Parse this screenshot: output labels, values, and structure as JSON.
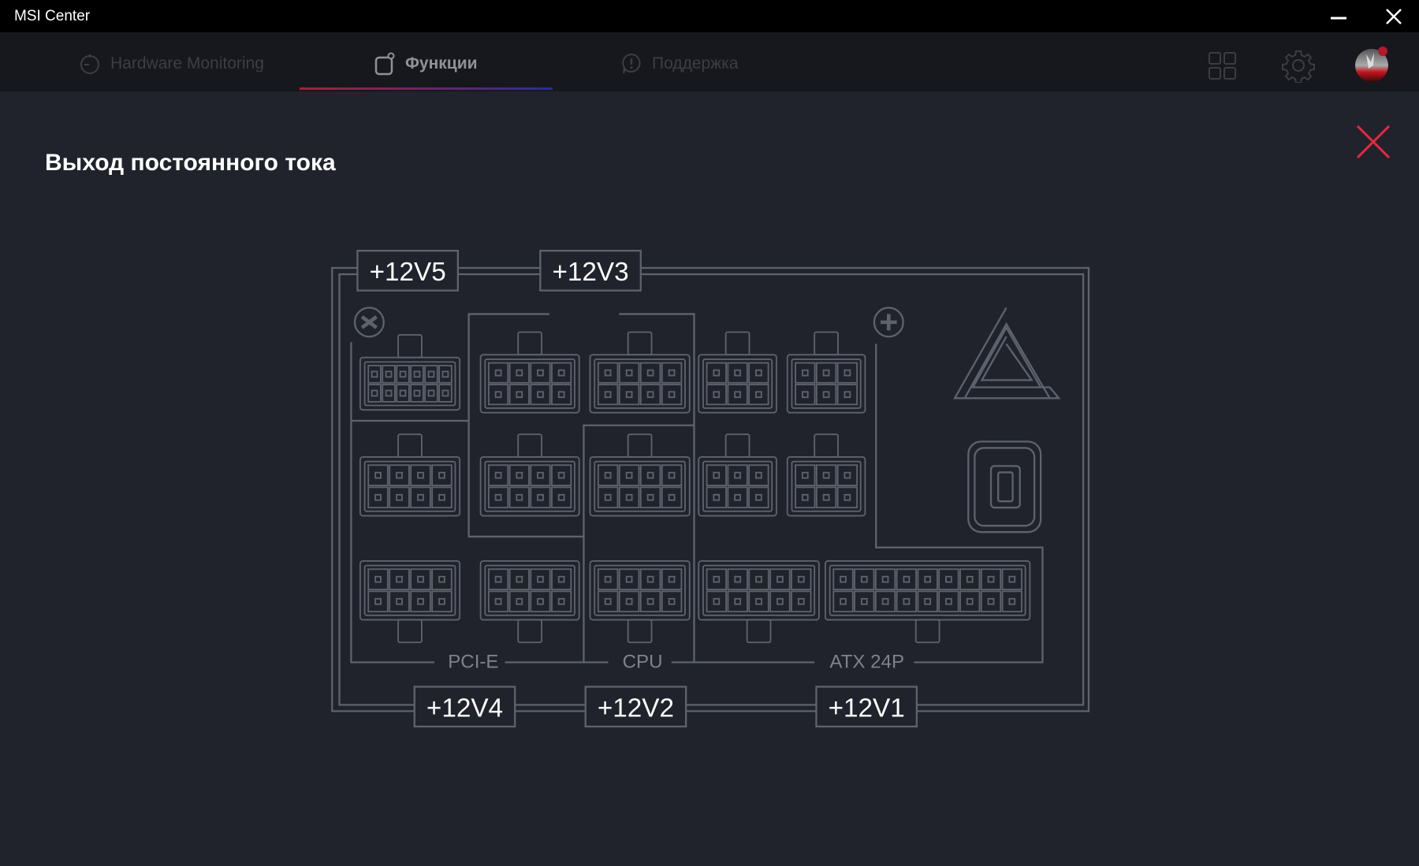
{
  "window": {
    "title": "MSI Center"
  },
  "tabs": [
    {
      "label": "Hardware Monitoring",
      "icon": "timer-icon"
    },
    {
      "label": "Функции",
      "icon": "features-icon",
      "active": true
    },
    {
      "label": "Поддержка",
      "icon": "support-icon"
    }
  ],
  "page": {
    "title": "Выход постоянного тока"
  },
  "rails": {
    "v5": "+12V5",
    "v3": "+12V3",
    "v4": "+12V4",
    "v2": "+12V2",
    "v1": "+12V1"
  },
  "groups": {
    "pcie": "PCI-E",
    "cpu": "CPU",
    "atx": "ATX 24P"
  },
  "colors": {
    "accent": "#e8283e",
    "line": "#5d636e",
    "background": "#21232c"
  }
}
